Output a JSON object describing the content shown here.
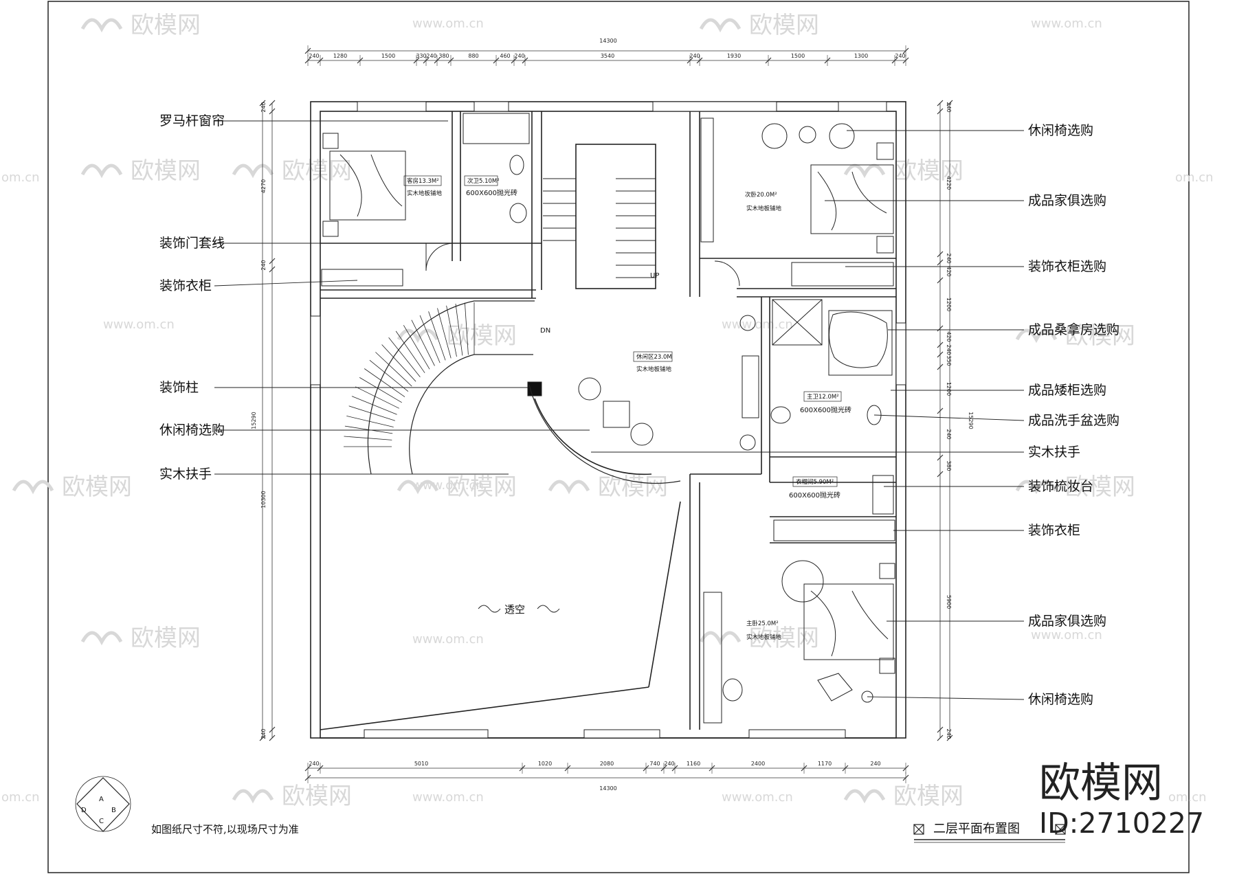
{
  "watermark": {
    "brand": "欧模网",
    "url": "www.om.cn",
    "url_short": "om.cn"
  },
  "overall_dims": {
    "top": "14300",
    "bottom": "14300",
    "left": "15290",
    "right": "15290"
  },
  "top_dims": [
    "240",
    "1280",
    "1500",
    "330",
    "240",
    "380",
    "880",
    "460",
    "240",
    "3540",
    "240",
    "1930",
    "1500",
    "1300",
    "240"
  ],
  "bottom_dims": [
    "240",
    "5010",
    "1020",
    "2080",
    "740",
    "240",
    "1160",
    "2400",
    "1170",
    "240"
  ],
  "left_dims": [
    "240",
    "4270",
    "240",
    "10300",
    "240"
  ],
  "right_dims": [
    "240",
    "4220",
    "240",
    "420",
    "1200",
    "420",
    "240",
    "350",
    "1200",
    "240",
    "380",
    "5900",
    "240"
  ],
  "left_callouts": [
    "罗马杆窗帘",
    "装饰门套线",
    "装饰衣柜",
    "装饰柱",
    "休闲椅选购",
    "实木扶手"
  ],
  "right_callouts": [
    "休闲椅选购",
    "成品家俱选购",
    "装饰衣柜选购",
    "成品桑拿房选购",
    "成品矮柜选购",
    "成品洗手盆选购",
    "实木扶手",
    "装饰梳妆台",
    "装饰衣柜",
    "成品家俱选购",
    "休闲椅选购"
  ],
  "rooms": {
    "guest": {
      "name": "客房13.3M²",
      "floor": "实木地板铺地"
    },
    "guest_bath": {
      "name": "次卫5.10M²",
      "floor": "600X600抛光砖"
    },
    "second_bed": {
      "name": "次卧20.0M²",
      "floor": "实木地板铺地"
    },
    "lounge": {
      "name": "休闲区23.0M",
      "floor": "实木地板铺地"
    },
    "master_bath": {
      "name": "主卫12.0M²",
      "floor": "600X600抛光砖"
    },
    "cloakroom": {
      "name": "衣帽间5.90M²",
      "floor": "600X600抛光砖"
    },
    "master_bed": {
      "name": "主卧25.0M²",
      "floor": "实木地板铺地"
    },
    "void": "透空"
  },
  "stair_labels": {
    "up": "UP",
    "down": "DN"
  },
  "compass": [
    "A",
    "B",
    "C",
    "D"
  ],
  "note": "如图纸尺寸不符,以现场尺寸为准",
  "drawing_title": "二层平面布置图",
  "brand_logo": "欧模网",
  "id_text": "ID:2710227"
}
